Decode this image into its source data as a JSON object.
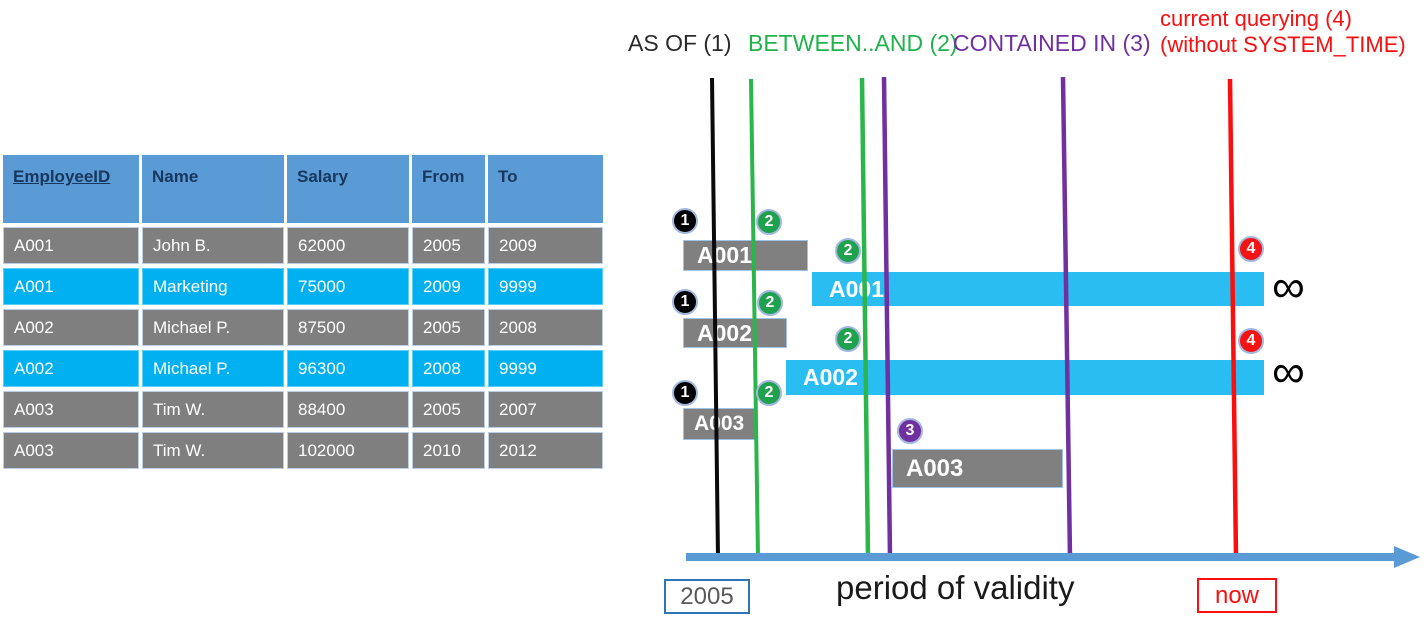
{
  "table": {
    "columns": [
      "EmployeeID",
      "Name",
      "Salary",
      "From",
      "To"
    ],
    "rows": [
      {
        "cells": [
          "A001",
          "John B.",
          "62000",
          "2005",
          "2009"
        ],
        "highlighted": false
      },
      {
        "cells": [
          "A001",
          "Marketing",
          "75000",
          "2009",
          "9999"
        ],
        "highlighted": true
      },
      {
        "cells": [
          "A002",
          "Michael P.",
          "87500",
          "2005",
          "2008"
        ],
        "highlighted": false
      },
      {
        "cells": [
          "A002",
          "Michael P.",
          "96300",
          "2008",
          "9999"
        ],
        "highlighted": true
      },
      {
        "cells": [
          "A003",
          "Tim W.",
          "88400",
          "2005",
          "2007"
        ],
        "highlighted": false
      },
      {
        "cells": [
          "A003",
          "Tim W.",
          "102000",
          "2010",
          "2012"
        ],
        "highlighted": false
      }
    ]
  },
  "legend": {
    "as_of": "AS OF (1)",
    "between_and": "BETWEEN..AND (2)",
    "contained_in": "CONTAINED IN (3)",
    "current_line1": "current querying (4)",
    "current_line2": "(without SYSTEM_TIME)"
  },
  "timeline": {
    "bars": [
      {
        "label": "A001",
        "style": "gray"
      },
      {
        "label": "A001",
        "style": "cyan"
      },
      {
        "label": "A002",
        "style": "gray"
      },
      {
        "label": "A002",
        "style": "cyan"
      },
      {
        "label": "A003",
        "style": "gray"
      },
      {
        "label": "A003",
        "style": "gray"
      }
    ],
    "badges": {
      "one": "1",
      "two": "2",
      "three": "3",
      "four": "4"
    },
    "infinity": "∞",
    "start_label": "2005",
    "axis_title": "period of validity",
    "now_label": "now"
  },
  "colors": {
    "header_blue": "#5B9BD5",
    "header_text": "#17375E",
    "row_gray": "#7F7F7F",
    "row_cyan": "#00B0F0",
    "bar_cyan": "#29BDF1",
    "bar_gray": "#808080",
    "line_black": "#0A0A0A",
    "line_green": "#2CB54A",
    "line_purple": "#7030A0",
    "line_red": "#FA0F0F",
    "badge_green": "#1FA14D",
    "axis_blue": "#5B9BD5"
  }
}
